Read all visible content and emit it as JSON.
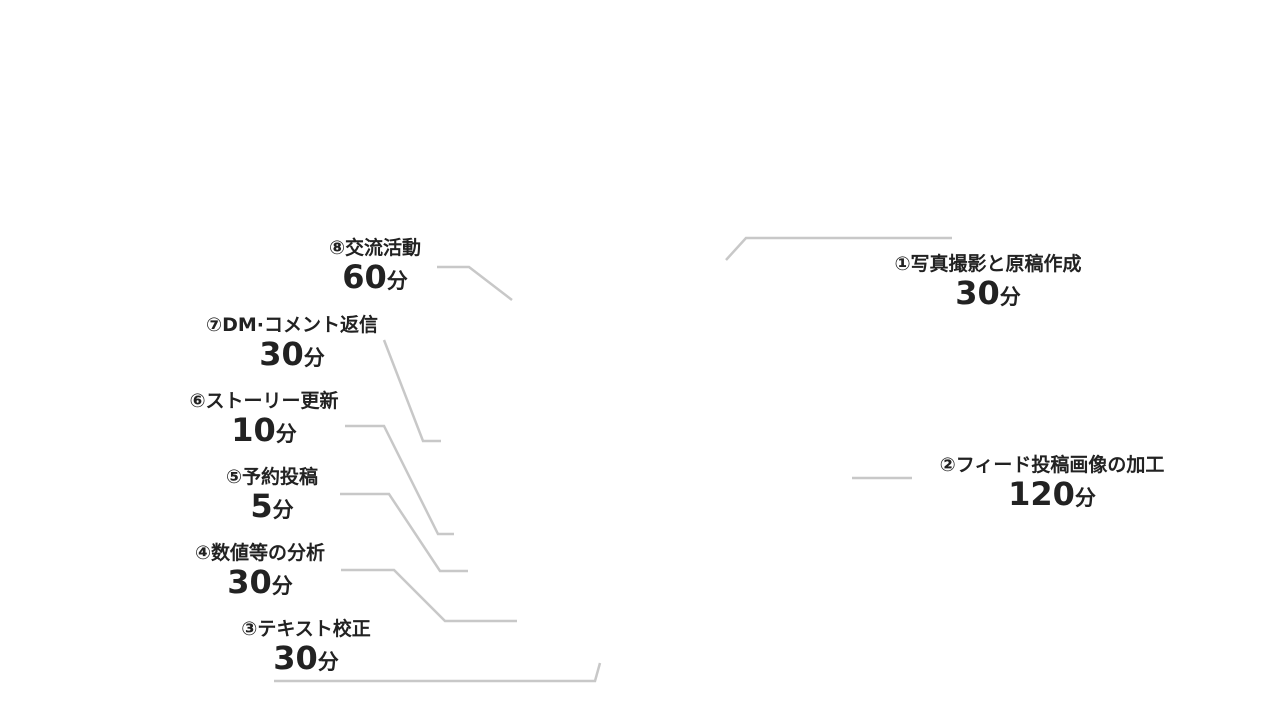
{
  "chart_data": {
    "type": "pie",
    "title": "",
    "unit": "分",
    "categories": [
      "①写真撮影と原稿作成",
      "②フィード投稿画像の加工",
      "③テキスト校正",
      "④数値等の分析",
      "⑤予約投稿",
      "⑥ストーリー更新",
      "⑦DM·コメント返信",
      "⑧交流活動"
    ],
    "values": [
      30,
      120,
      30,
      30,
      5,
      10,
      30,
      60
    ],
    "value_labels": [
      "30",
      "120",
      "30",
      "30",
      "5",
      "10",
      "30",
      "60"
    ],
    "label_style": "outside labels with leader lines",
    "slices_visible": false,
    "colors": {
      "text": "#222222",
      "leader_line": "#c8c8c8",
      "background": "#ffffff"
    }
  }
}
